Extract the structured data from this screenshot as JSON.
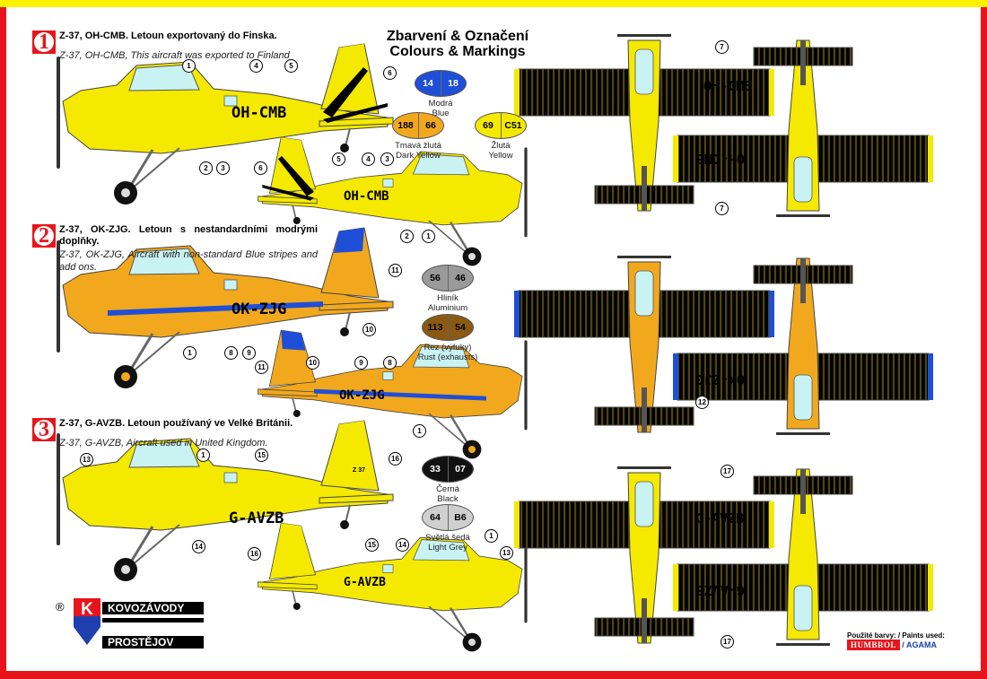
{
  "schemes": [
    {
      "number": "1",
      "title": "Z-37, OH-CMB. Letoun exportovaný do Finska.",
      "subtitle": "Z-37, OH-CMB, This aircraft was exported to Finland",
      "registration": "OH-CMB",
      "body_color": "#f5e900",
      "accent_color": "#000000",
      "callouts_a": [
        "1",
        "4",
        "5",
        "6",
        "2",
        "3"
      ],
      "callouts_b": [
        "6",
        "5",
        "4",
        "3",
        "2",
        "1"
      ],
      "callouts_top": [
        "7",
        "7"
      ]
    },
    {
      "number": "2",
      "title": "Z-37, OK-ZJG. Letoun s nestandardními modrými doplňky.",
      "subtitle": "Z-37, OK-ZJG, Aircraft with non-standard Blue stripes and add ons.",
      "registration": "OK-ZJG",
      "body_color": "#f2a81d",
      "accent_color": "#1f4fd8",
      "callouts_a": [
        "11",
        "10",
        "9",
        "8",
        "1"
      ],
      "callouts_b": [
        "11",
        "10",
        "9",
        "8",
        "1"
      ],
      "callouts_top": [
        "12"
      ]
    },
    {
      "number": "3",
      "title": "Z-37, G-AVZB. Letoun používaný ve Velké Británii.",
      "subtitle": "Z-37, G-AVZB, Aircraft used in United Kingdom.",
      "registration": "G-AVZB",
      "body_color": "#f5e900",
      "accent_color": "#000000",
      "fin_code": "Z 37",
      "callouts_a": [
        "13",
        "1",
        "15",
        "16",
        "14"
      ],
      "callouts_b": [
        "16",
        "15",
        "14",
        "1",
        "13"
      ],
      "callouts_top": [
        "17",
        "17"
      ]
    }
  ],
  "heading": {
    "line1": "Zbarvení & Označení",
    "line2": "Colours & Markings"
  },
  "paints": [
    {
      "codes": [
        "14",
        "18"
      ],
      "cz": "Modrá",
      "en": "Blue",
      "color": "#1f4fd8",
      "text_color": "#ffffff"
    },
    {
      "codes": [
        "188",
        "66"
      ],
      "cz": "Tmavá žlutá",
      "en": "Dark Yellow",
      "color": "#f2a81d",
      "text_color": "#000000"
    },
    {
      "codes": [
        "69",
        "C51"
      ],
      "cz": "Žlutá",
      "en": "Yellow",
      "color": "#f5e900",
      "text_color": "#000000"
    },
    {
      "codes": [
        "56",
        "46"
      ],
      "cz": "Hliník",
      "en": "Aluminium",
      "color": "#9a9a9a",
      "text_color": "#000000"
    },
    {
      "codes": [
        "113",
        "54"
      ],
      "cz": "Rez (výfuky)",
      "en": "Rust (exhausts)",
      "color": "#8a5a12",
      "text_color": "#000000"
    },
    {
      "codes": [
        "33",
        "07"
      ],
      "cz": "Černá",
      "en": "Black",
      "color": "#111111",
      "text_color": "#ffffff"
    },
    {
      "codes": [
        "64",
        "B6"
      ],
      "cz": "Světlá šedá",
      "en": "Light Grey",
      "color": "#cfcfcf",
      "text_color": "#000000"
    }
  ],
  "logo": {
    "registered": "®",
    "line1": "KOVOZÁVODY",
    "line2": "PROSTĚJOV",
    "letter": "K"
  },
  "paints_used": {
    "label": "Použité barvy: / Paints used:",
    "brand1": "HUMBROL",
    "separator": "/",
    "brand2": "AGAMA"
  }
}
